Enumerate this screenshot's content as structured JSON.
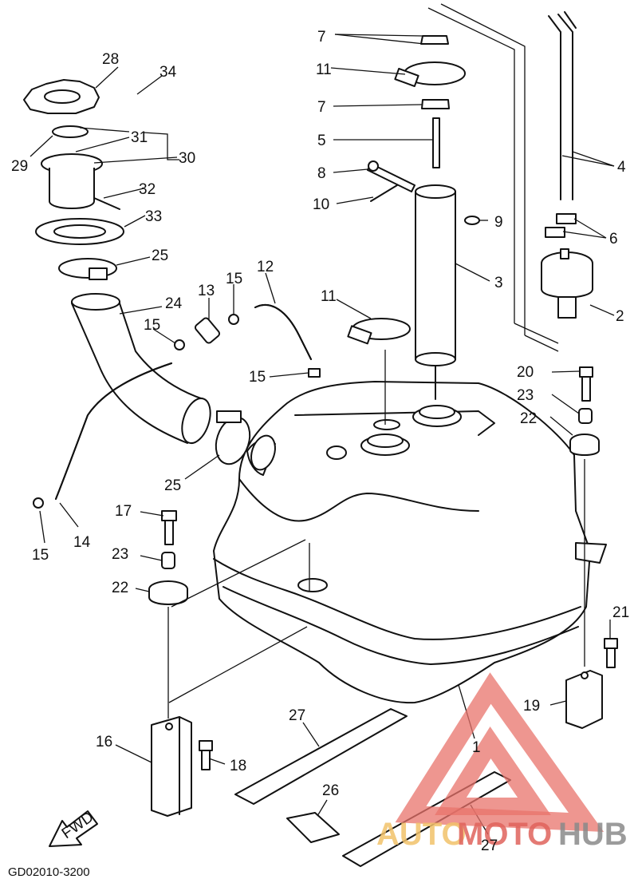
{
  "diagram": {
    "callouts": [
      "1",
      "2",
      "3",
      "4",
      "5",
      "6",
      "7",
      "8",
      "9",
      "10",
      "11",
      "12",
      "13",
      "14",
      "15",
      "16",
      "17",
      "18",
      "19",
      "20",
      "21",
      "22",
      "23",
      "24",
      "25",
      "26",
      "27",
      "28",
      "29",
      "30",
      "31",
      "32",
      "33",
      "34"
    ],
    "direction_label": "FWD",
    "drawing_code": "GD02010-3200"
  },
  "watermark": {
    "part_a": "AUTO",
    "part_b": "MOTO",
    "part_c": "HUB",
    "colors": {
      "triangle": "#e8736b",
      "auto": "#f2c26b",
      "moto": "#e0635c",
      "hub": "#8a8a8a"
    }
  }
}
